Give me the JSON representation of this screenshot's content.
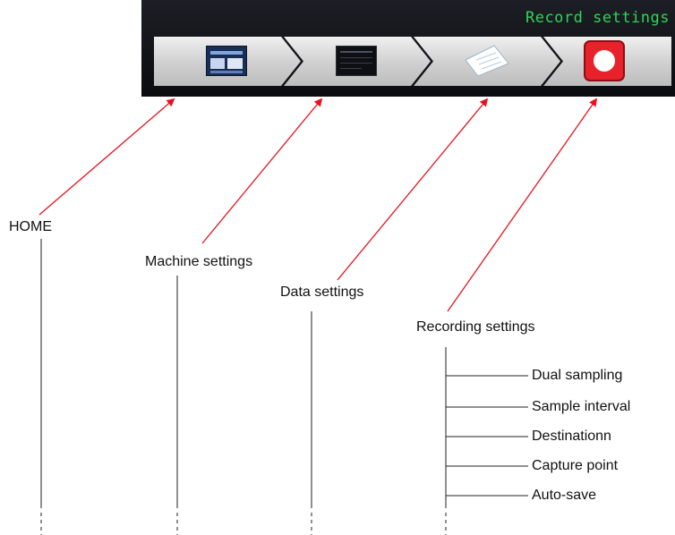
{
  "toolbar": {
    "title": "Record settings",
    "tabs": [
      {
        "id": "home",
        "icon": "home-screen-icon"
      },
      {
        "id": "machine",
        "icon": "machine-screen-icon"
      },
      {
        "id": "data",
        "icon": "paper-sheet-icon"
      },
      {
        "id": "record",
        "icon": "record-button-icon"
      }
    ]
  },
  "labels": {
    "home": "HOME",
    "machine": "Machine settings",
    "data": "Data settings",
    "recording": "Recording settings"
  },
  "recording_items": [
    "Dual sampling",
    "Sample interval",
    "Destinationn",
    "Capture point",
    "Auto-save"
  ],
  "colors": {
    "arrow": "#e8121e",
    "toolbar_title": "#30d45a",
    "record_button": "#e8222a"
  }
}
